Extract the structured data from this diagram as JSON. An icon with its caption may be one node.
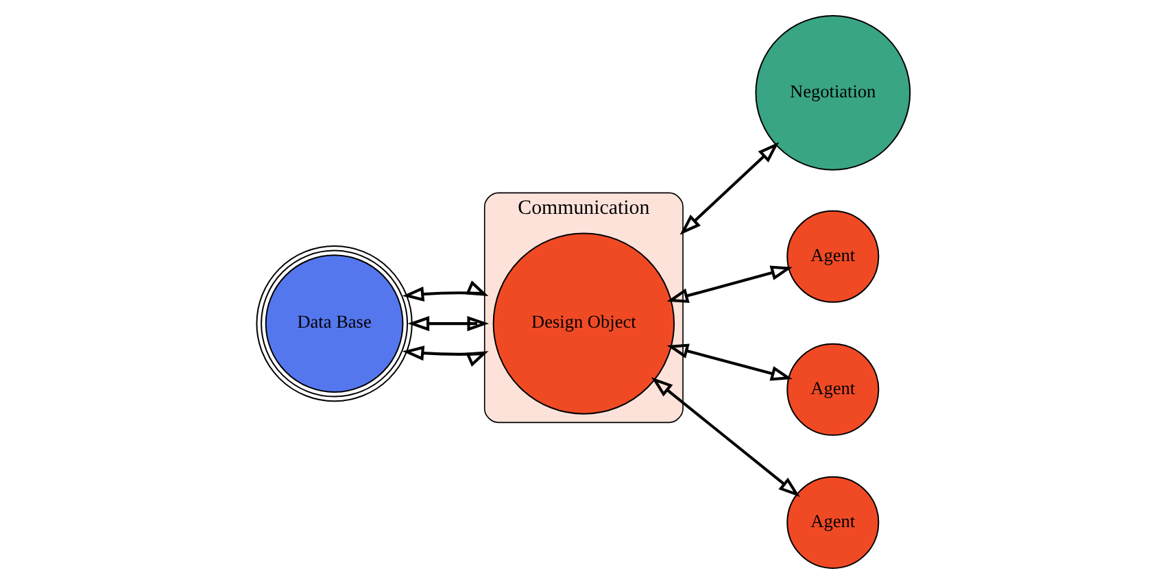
{
  "diagram": {
    "nodes": [
      {
        "text": [
          "Data Base"
        ]
      },
      {
        "text": [
          "Communication"
        ]
      },
      {
        "text": [
          "Design Object"
        ],
        "in": 1
      },
      {
        "text": [
          "Negotiation"
        ]
      },
      {
        "text": [
          "Agent"
        ]
      },
      {
        "text": [
          "Agent"
        ]
      },
      {
        "text": [
          "Agent"
        ]
      }
    ],
    "edges": [
      {
        "from": 0,
        "to": 1,
        "arrow": "both"
      },
      {
        "from": 0,
        "to": 1,
        "arrow": "both"
      },
      {
        "from": 0,
        "to": 1,
        "arrow": "both"
      },
      {
        "from": 1,
        "to": 3,
        "arrow": "both"
      },
      {
        "from": 2,
        "to": 4,
        "arrow": "both"
      },
      {
        "from": 2,
        "to": 5,
        "arrow": "both"
      },
      {
        "from": 2,
        "to": 6,
        "arrow": "both"
      }
    ]
  }
}
